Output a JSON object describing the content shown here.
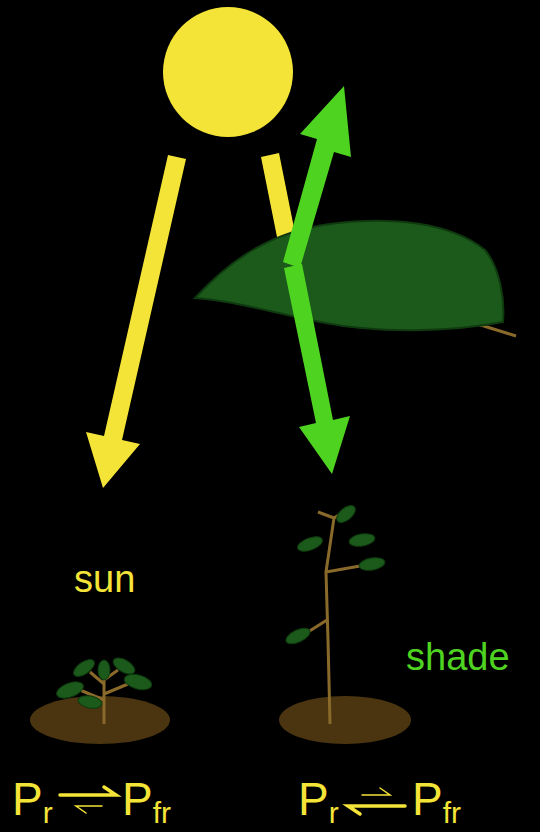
{
  "diagram": {
    "labels": [
      "sun",
      "shade",
      "Pr",
      "Pfr",
      "Pr",
      "Pfr"
    ]
  }
}
